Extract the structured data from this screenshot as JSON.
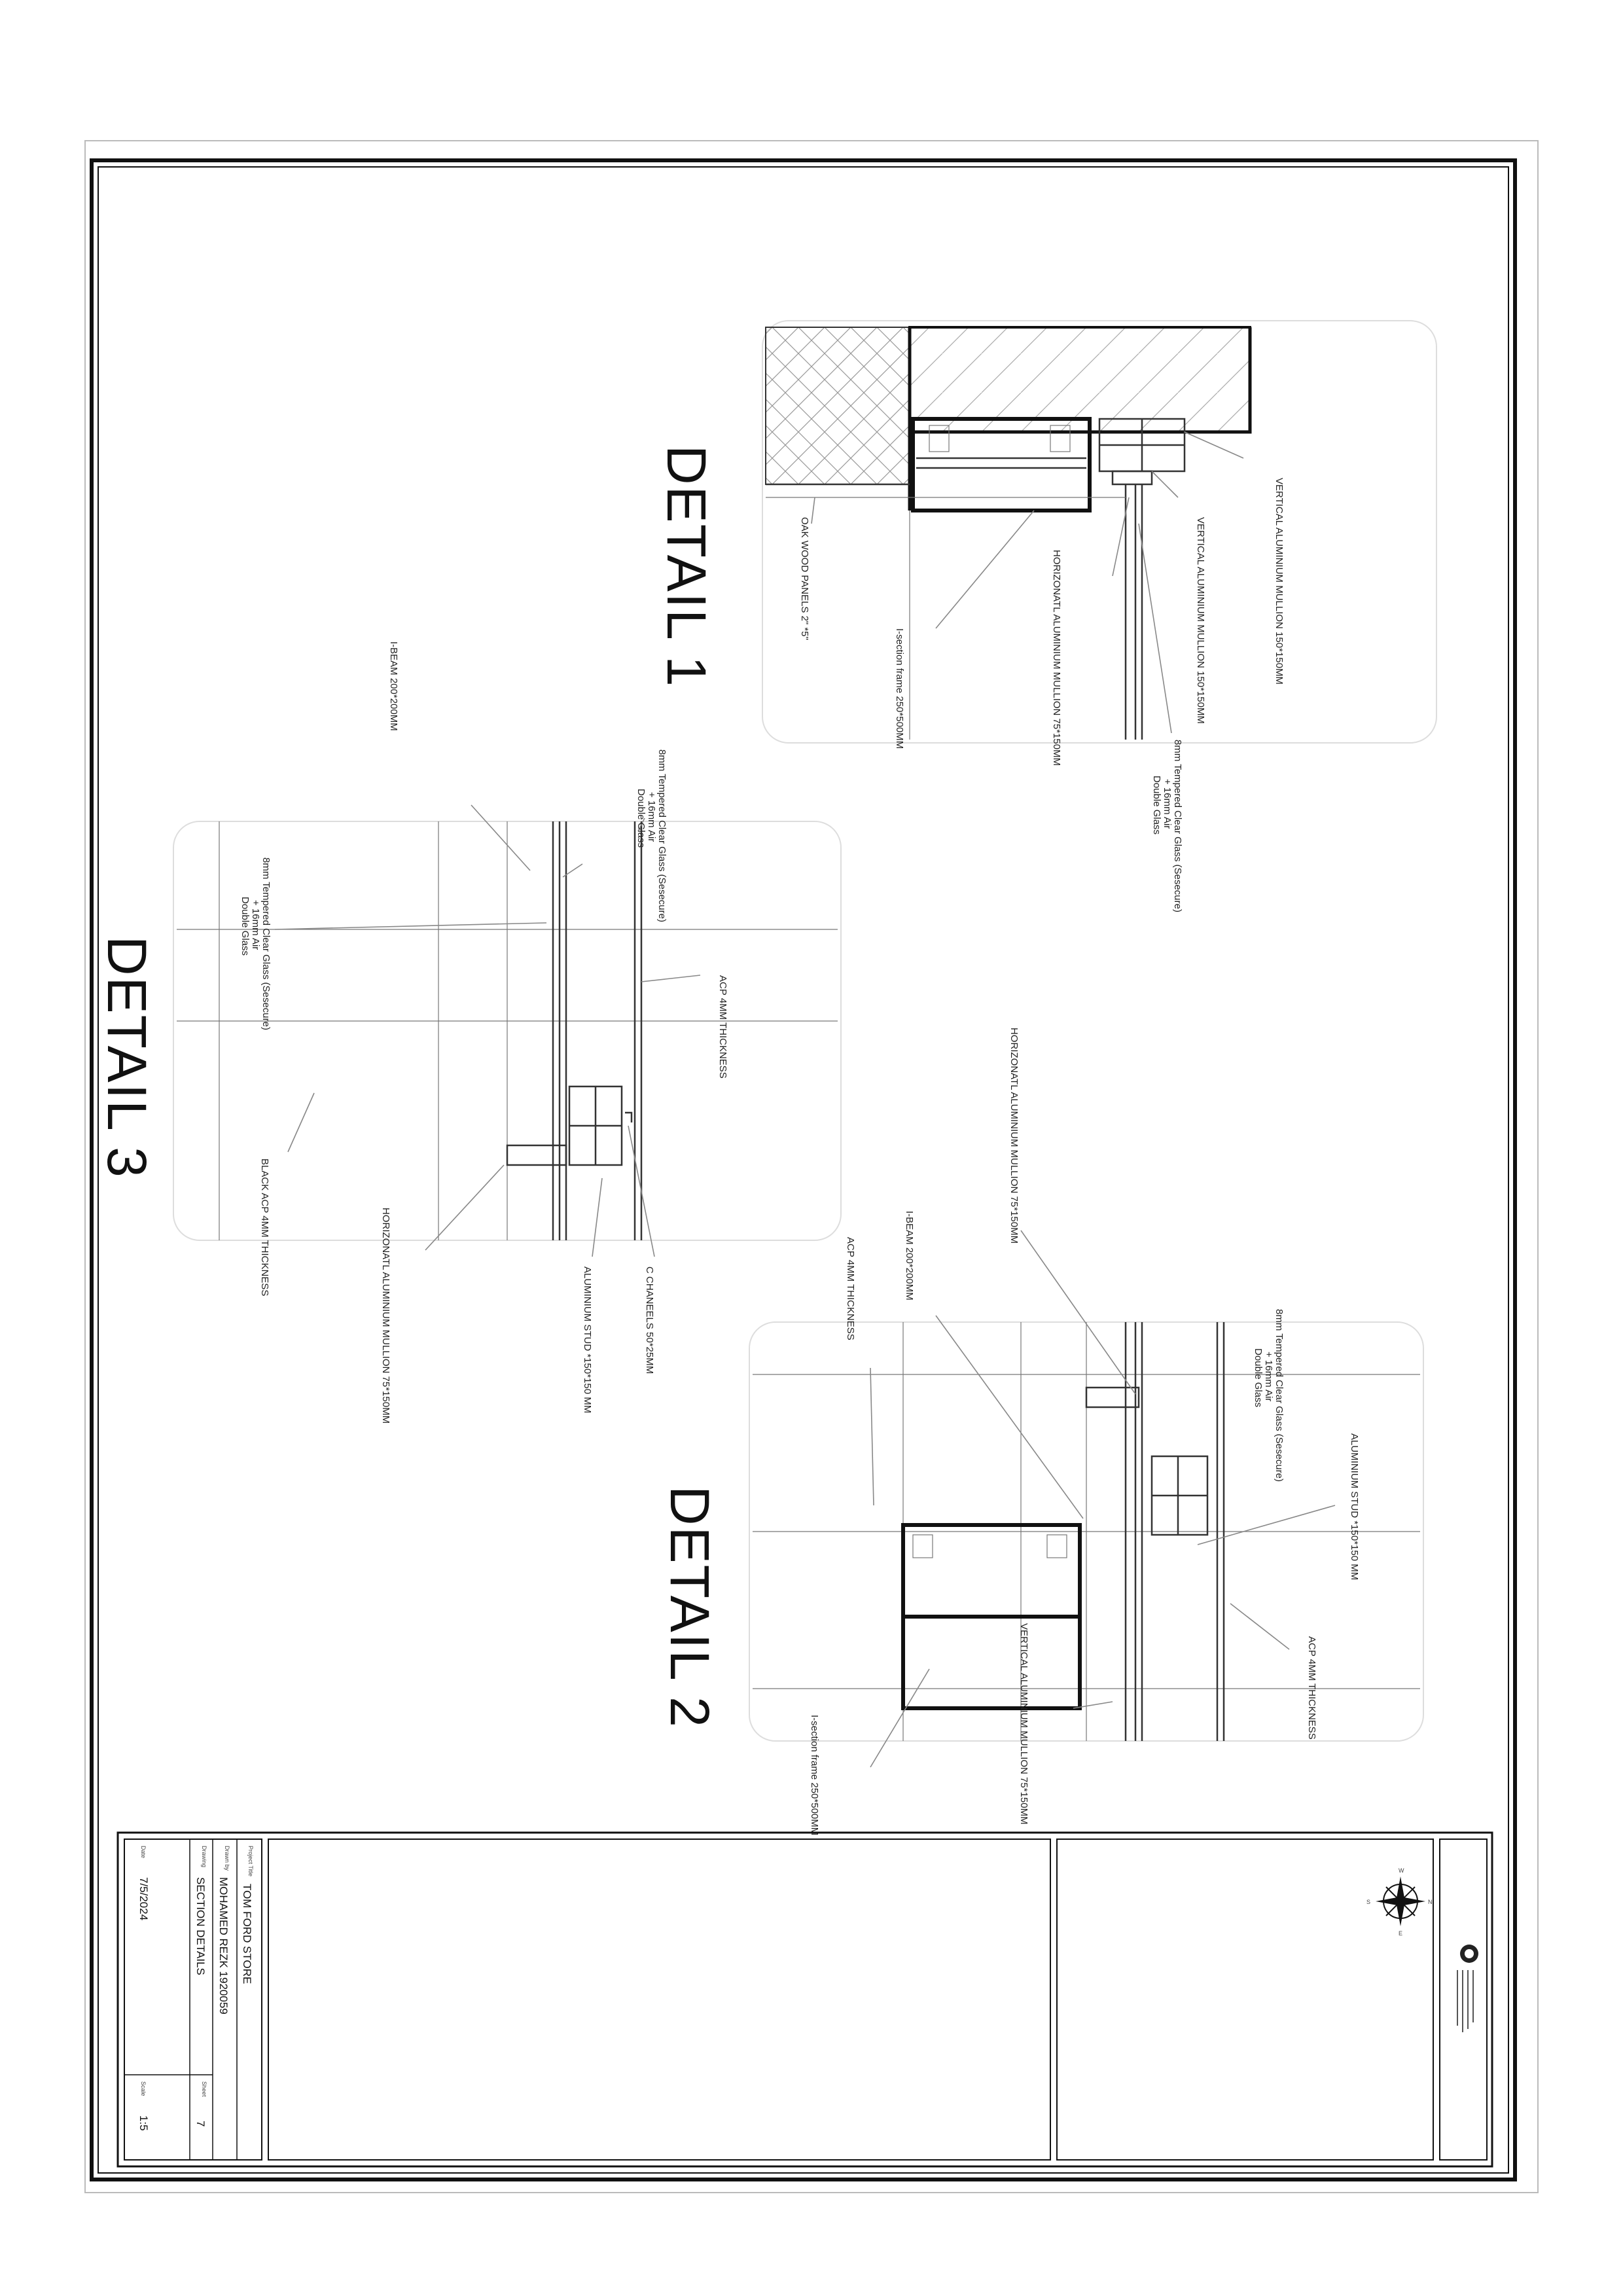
{
  "details": [
    {
      "title": "DETAIL 1",
      "labels": [
        "VERTICAL ALUMINIUM MULLION 150*150MM",
        "VERTICAL ALUMINIUM MULLION 150*150MM",
        "HORIZONATL ALUMINIUM MULLION 75*150MM",
        "I-section frame 250*500MM",
        "OAK WOOD PANELS 2\" *5\"",
        "8mm Tempered Clear Glass (Sesecure)",
        "+ 16mm Air",
        "Double Glass"
      ]
    },
    {
      "title": "DETAIL 2",
      "labels": [
        "HORIZONATL ALUMINIUM MULLION 75*150MM",
        "I-BEAM 200*200MM",
        "ACP 4MM THICKNESS",
        "ALUMINIUM STUD *150*150 MM",
        "ACP 4MM THICKNESS",
        "VERTICAL ALUMINIUM MULLION 75*150MM",
        "I-section frame 250*500MM",
        "8mm Tempered Clear Glass (Sesecure)",
        "+ 16mm Air",
        "Double Glass"
      ]
    },
    {
      "title": "DETAIL 3",
      "labels": [
        "I-BEAM 200*200MM",
        "ACP 4MM THICKNESS",
        "8mm Tempered Clear Glass (Sesecure)",
        "+ 16mm Air",
        "Double Glass",
        "8mm Tempered Clear Glass (Sesecure)",
        "+ 16mm Air",
        "Double Glass",
        "BLACK ACP 4MM THICKNESS",
        "HORIZONATL ALUMINIUM MULLION 75*150MM",
        "ALUMINIUM STUD *150*150 MM",
        "C CHANEELS 50*25MM"
      ]
    }
  ],
  "title_block": {
    "project_title": "TOM FORD STORE",
    "drawn_by": "MOHAMED REZK 1920059",
    "drawing": "SECTION DETAILS",
    "date": "7/5/2024",
    "sheet": "7",
    "scale": "1:5",
    "compass": [
      "N",
      "E",
      "S",
      "W"
    ]
  }
}
